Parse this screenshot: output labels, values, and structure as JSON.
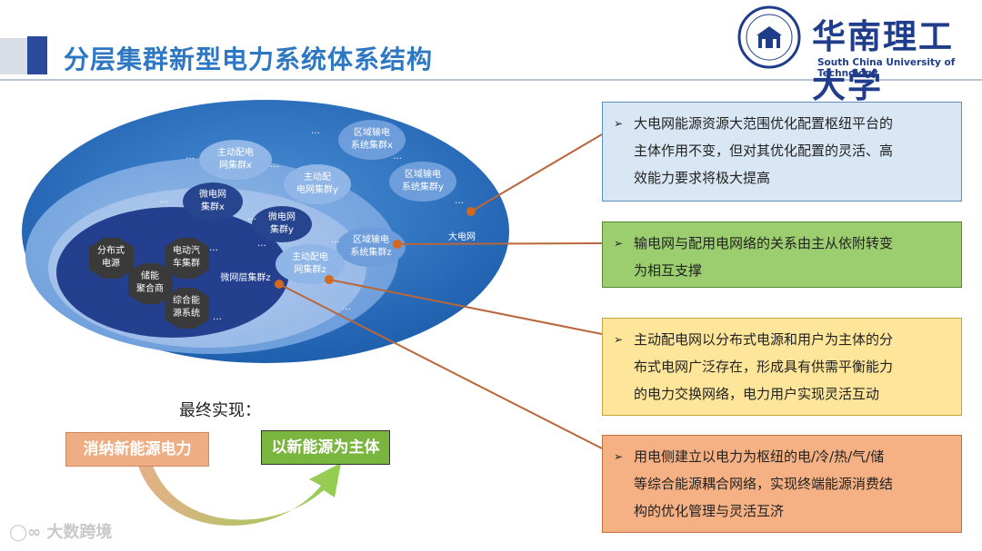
{
  "header": {
    "title": "分层集群新型电力系统体系结构",
    "university_cn": "华南理工大学",
    "university_en": "South China University of Technology"
  },
  "diagram": {
    "outer_label": "大电网",
    "regional_cluster_x": [
      "区域输电",
      "系统集群x"
    ],
    "regional_cluster_y": [
      "区域输电",
      "系统集群y"
    ],
    "regional_cluster_z": [
      "区域输电",
      "系统集群z"
    ],
    "active_dist_x": [
      "主动配电",
      "网集群x"
    ],
    "active_dist_y": [
      "主动配",
      "电网集群y"
    ],
    "active_dist_z": [
      "主动配电",
      "网集群z"
    ],
    "microgrid_x": [
      "微电网",
      "集群x"
    ],
    "microgrid_y": [
      "微电网",
      "集群y"
    ],
    "microgrid_layer": "微网层集群z",
    "hex_distributed": [
      "分布式",
      "电源"
    ],
    "hex_storage": [
      "储能",
      "聚合商"
    ],
    "hex_ev": [
      "电动汽",
      "车集群"
    ],
    "hex_integrated": [
      "综合能",
      "源系统"
    ],
    "ellipsis": "…"
  },
  "boxes": [
    {
      "lines": [
        "大电网能源资源大范围优化配置枢纽平台的",
        "主体作用不变，但对其优化配置的灵活、高",
        "效能力要求将极大提高"
      ],
      "color": "#d9e6f4",
      "border": "#5a8fc8"
    },
    {
      "lines": [
        "输电网与配用电网络的关系由主从依附转变",
        "为相互支撑"
      ],
      "color": "#9ccd6e",
      "border": "#5b8a35"
    },
    {
      "lines": [
        "主动配电网以分布式电源和用户为主体的分",
        "布式电网广泛存在，形成具有供需平衡能力",
        "的电力交换网络，电力用户实现灵活互动"
      ],
      "color": "#fde69a",
      "border": "#c9a43a"
    },
    {
      "lines": [
        "用电侧建立以电力为枢纽的电/冷/热/气/储",
        "等综合能源耦合网络，实现终端能源消费结",
        "构的优化管理与灵活互济"
      ],
      "color": "#f5b183",
      "border": "#c2703a"
    }
  ],
  "bottom": {
    "final_label": "最终实现：",
    "left_pill": "消纳新能源电力",
    "right_pill": "以新能源为主体"
  },
  "watermark": "大数跨境",
  "arrow_marker": "➢"
}
